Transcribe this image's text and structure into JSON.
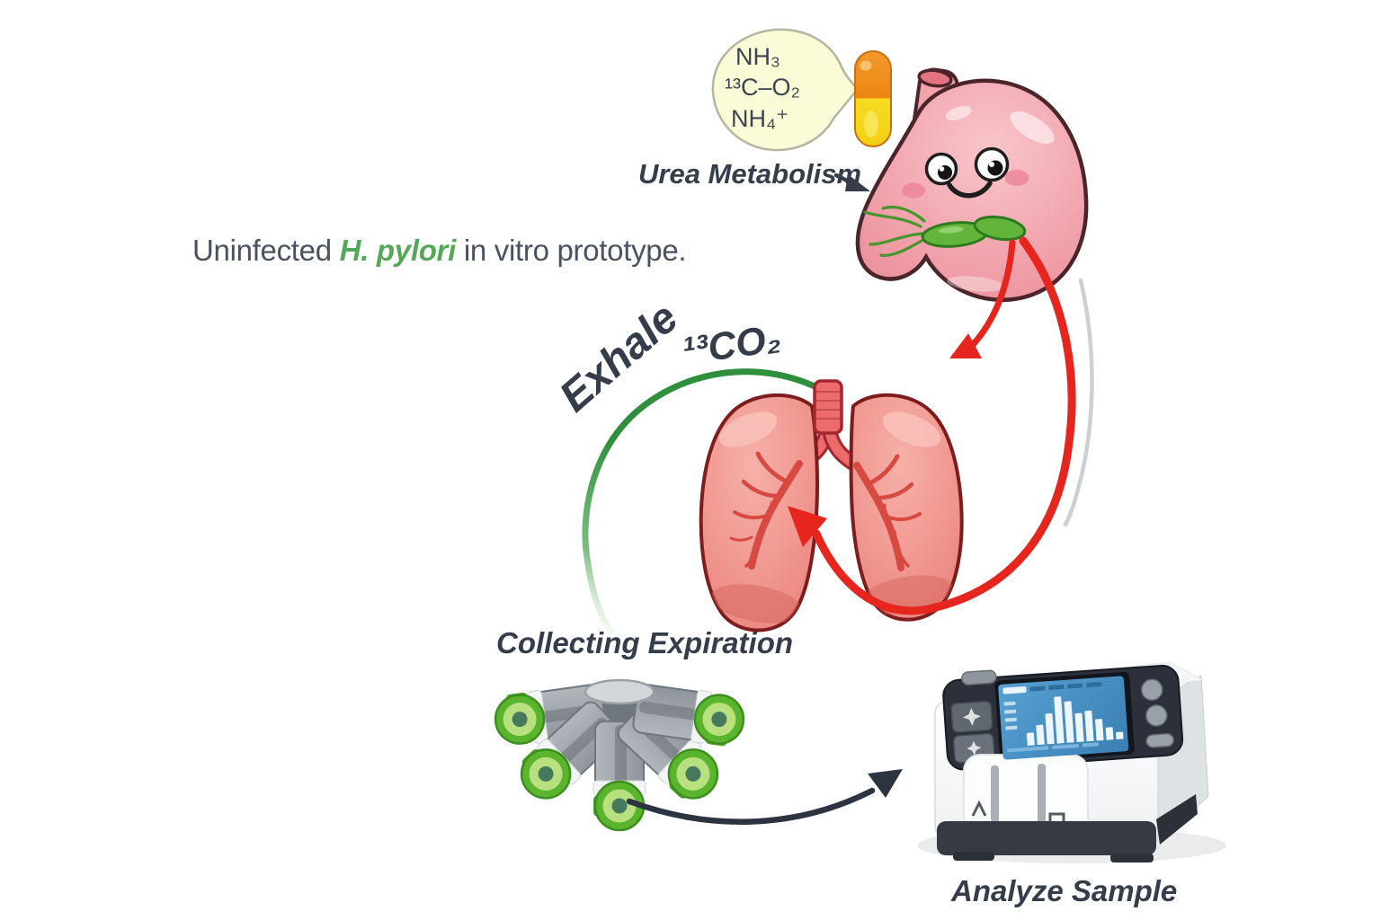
{
  "diagram": {
    "title": {
      "prefix": "Uninfected ",
      "highlight": "H. pylori",
      "suffix": " in vitro prototype."
    },
    "speech_bubble": {
      "lines": [
        "NH₃",
        "¹³C–O₂",
        "NH₄⁺"
      ]
    },
    "steps": {
      "urea_label": "Urea Metabolism",
      "exhale_word": "Exhale",
      "exhale_gas": "¹³CO₂",
      "collect_label": "Collecting Expiration",
      "analyze_label": "Analyze Sample"
    },
    "analyzer": {
      "screen_bars": [
        14,
        22,
        34,
        52,
        46,
        32,
        34,
        24,
        14,
        8
      ]
    },
    "colors": {
      "background": "#ffffff",
      "text_dark": "#353d4a",
      "title_text": "#49525f",
      "green_accent": "#55a858",
      "arc_green": "#2f8f3d",
      "arrow_red": "#e6251f",
      "arrow_dark": "#2c3442",
      "stomach_pink": "#f09aa4",
      "lung_salmon": "#ef8d86",
      "capsule_orange": "#ef8a15",
      "capsule_yellow": "#f6d81f",
      "bubble_fill": "#fbfbd8",
      "tube_cap_green": "#5ab42d",
      "screen_blue": "#4a95cc"
    }
  }
}
